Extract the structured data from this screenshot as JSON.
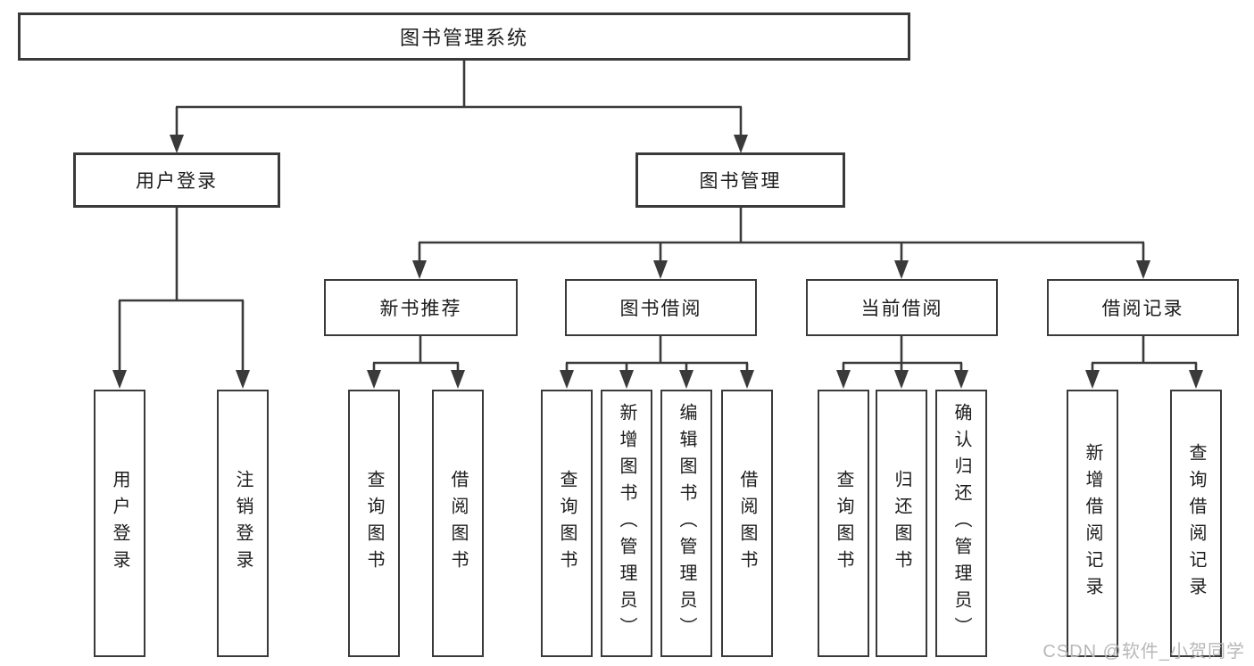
{
  "diagram": {
    "root": {
      "label": "图书管理系统"
    },
    "branches": [
      {
        "label": "用户登录",
        "children": [
          {
            "label": "用户登录"
          },
          {
            "label": "注销登录"
          }
        ]
      },
      {
        "label": "图书管理",
        "children": [
          {
            "label": "新书推荐",
            "children": [
              {
                "label": "查询图书"
              },
              {
                "label": "借阅图书"
              }
            ]
          },
          {
            "label": "图书借阅",
            "children": [
              {
                "label": "查询图书"
              },
              {
                "label": "新增图书（管理员）"
              },
              {
                "label": "编辑图书（管理员）"
              },
              {
                "label": "借阅图书"
              }
            ]
          },
          {
            "label": "当前借阅",
            "children": [
              {
                "label": "查询图书"
              },
              {
                "label": "归还图书"
              },
              {
                "label": "确认归还（管理员）"
              }
            ]
          },
          {
            "label": "借阅记录",
            "children": [
              {
                "label": "新增借阅记录"
              },
              {
                "label": "查询借阅记录"
              }
            ]
          }
        ]
      }
    ]
  },
  "watermark": {
    "text": "CSDN @软件_小贺同学"
  },
  "colors": {
    "line": "#3a3a3a",
    "box_border": "#3a3a3a",
    "text": "#1c1c1c",
    "watermark": "#b8b8b8",
    "background": "#ffffff"
  }
}
